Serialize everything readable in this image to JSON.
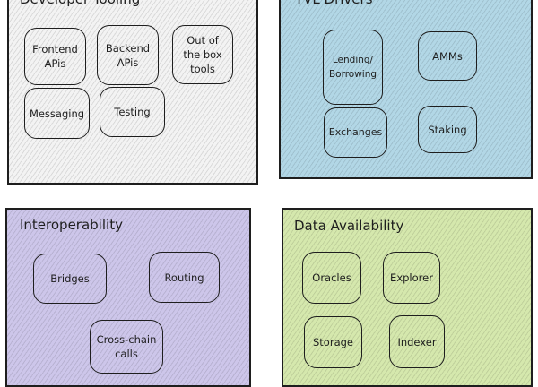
{
  "panels": [
    {
      "title": "Developer Tooling",
      "color": "#f3f3f3",
      "items": [
        "Frontend\nAPis",
        "Backend\nAPis",
        "Out of\nthe box\ntools",
        "Messaging",
        "Testing"
      ]
    },
    {
      "title": "TVL Drivers",
      "color": "#b2d7e6",
      "items": [
        "Lending/\nBorrowing",
        "AMMs",
        "Exchanges",
        "Staking"
      ]
    },
    {
      "title": "Interoperability",
      "color": "#cdc6ea",
      "items": [
        "Bridges",
        "Routing",
        "Cross-chain\ncalls"
      ]
    },
    {
      "title": "Data Availability",
      "color": "#d5e8ad",
      "items": [
        "Oracles",
        "Explorer",
        "Storage",
        "Indexer"
      ]
    }
  ]
}
